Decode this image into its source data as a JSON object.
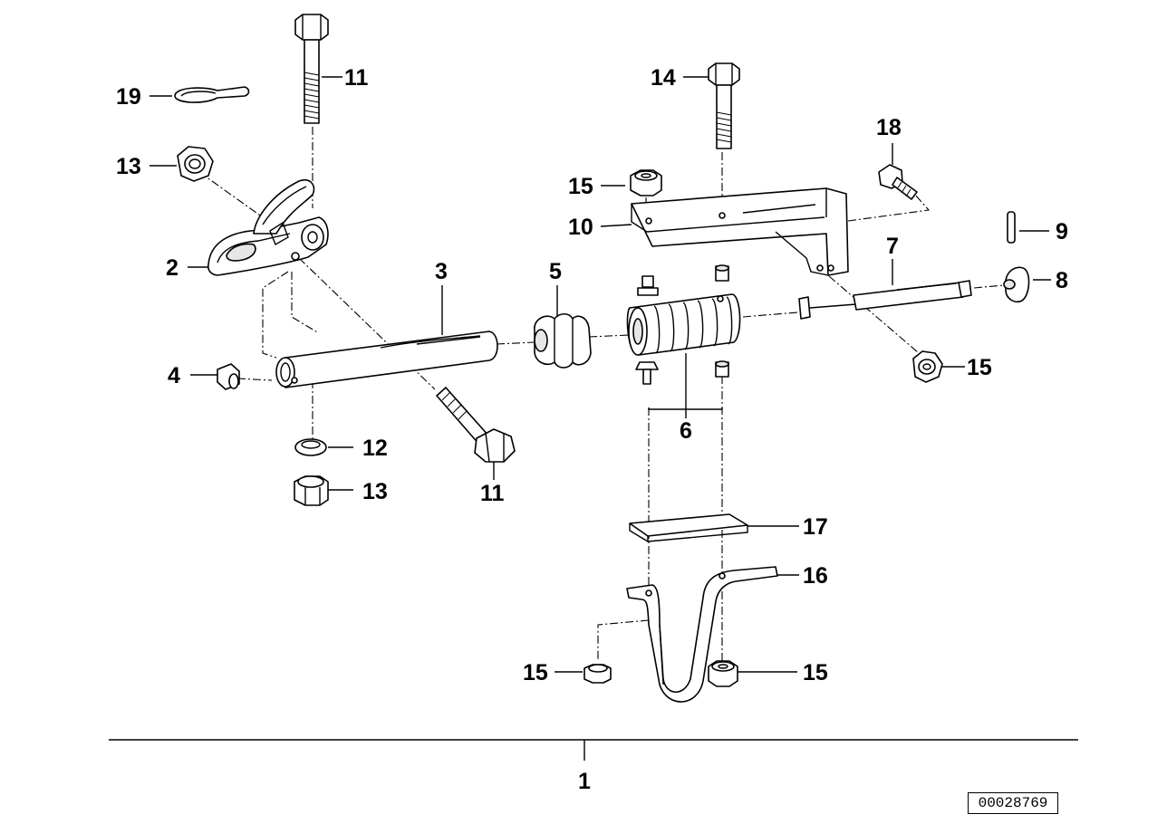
{
  "diagram": {
    "callouts": {
      "c1": "1",
      "c2": "2",
      "c3": "3",
      "c4": "4",
      "c5": "5",
      "c6": "6",
      "c7": "7",
      "c8": "8",
      "c9": "9",
      "c10": "10",
      "c11a": "11",
      "c11b": "11",
      "c12": "12",
      "c13a": "13",
      "c13b": "13",
      "c14": "14",
      "c15a": "15",
      "c15b": "15",
      "c15c": "15",
      "c15d": "15",
      "c16": "16",
      "c17": "17",
      "c18": "18",
      "c19": "19"
    },
    "reference_number": "00028769"
  }
}
